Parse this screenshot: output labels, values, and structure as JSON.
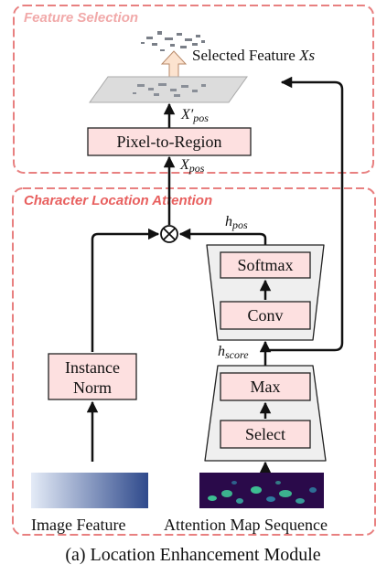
{
  "sections": {
    "feature_selection": "Feature Selection",
    "character_location_attention": "Character Location Attention"
  },
  "nodes": {
    "pixel_to_region": "Pixel-to-Region",
    "softmax": "Softmax",
    "conv": "Conv",
    "max": "Max",
    "select": "Select",
    "instance_norm_line1": "Instance",
    "instance_norm_line2": "Norm",
    "multiply_symbol": "⊗"
  },
  "labels": {
    "selected_feature_prefix": "Selected Feature ",
    "selected_feature_symbol": "Xs",
    "x_prime_pos_main": "X′",
    "x_prime_pos_sub": "pos",
    "x_pos_main": "X",
    "x_pos_sub": "pos",
    "h_pos_main": "h",
    "h_pos_sub": "pos",
    "h_score_main": "h",
    "h_score_sub": "score",
    "image_feature": "Image Feature",
    "attention_map_sequence": "Attention Map Sequence"
  },
  "caption": "(a) Location Enhancement Module",
  "colors": {
    "dashed_border": "#e88080",
    "title_red": "#e8605f",
    "box_fill": "#fde0e0",
    "box_stroke": "#222222",
    "trapezoid_fill": "#efefef",
    "gradient_start": "#e4ebf7",
    "gradient_end": "#2f4a8c",
    "heatmap_bg": "#2a0a4a",
    "heatmap_spot": "#3fd09a"
  }
}
